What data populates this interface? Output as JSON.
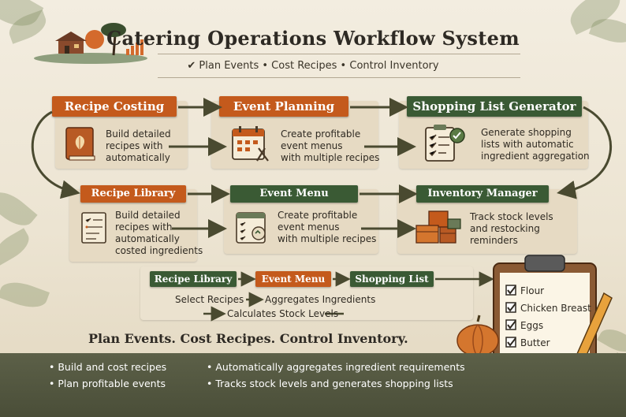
{
  "header": {
    "title": "Catering Operations Workflow System",
    "subtitle": "✔ Plan Events • Cost Recipes • Control Inventory"
  },
  "top_row": [
    {
      "title": "Recipe Costing",
      "color": "orange",
      "icon": "recipe-book-icon",
      "desc": [
        "Build detailed",
        "recipes with",
        "automatically"
      ]
    },
    {
      "title": "Event Planning",
      "color": "orange",
      "icon": "calendar-icon",
      "desc": [
        "Create profitable",
        "event menus",
        "with multiple recipes"
      ]
    },
    {
      "title": "Shopping List Generator",
      "color": "green",
      "icon": "checklist-icon",
      "desc": [
        "Generate shopping",
        "lists with automatic",
        "ingredient aggregation"
      ]
    }
  ],
  "middle_row": [
    {
      "title": "Recipe Library",
      "color": "orange",
      "icon": "recipe-sheet-icon",
      "desc": [
        "Build detailed",
        "recipes with",
        "automatically",
        "costed ingredients"
      ]
    },
    {
      "title": "Event Menu",
      "color": "green",
      "icon": "event-menu-icon",
      "desc": [
        "Create profitable",
        "event menus",
        "with multiple recipes"
      ]
    },
    {
      "title": "Inventory Manager",
      "color": "green",
      "icon": "boxes-icon",
      "desc": [
        "Track stock levels",
        "and restocking",
        "reminders"
      ]
    }
  ],
  "flow": {
    "steps": [
      "Recipe Library",
      "Event Menu",
      "Shopping List"
    ],
    "line1": [
      "Select Recipes",
      "Aggregates Ingredients"
    ],
    "line2": "Calculates Stock Levels"
  },
  "tagline": "Plan Events. Cost Recipes. Control Inventory.",
  "bullets_left": [
    "Build and cost recipes",
    "Plan profitable events"
  ],
  "bullets_right": [
    "Automatically aggregates ingredient requirements",
    "Tracks stock levels and generates shopping lists"
  ],
  "clipboard": {
    "items": [
      "Flour",
      "Chicken Breast",
      "Eggs",
      "Butter"
    ]
  },
  "colors": {
    "orange": "#c45a1c",
    "green": "#3a5a34",
    "parchment": "#e6dac3",
    "ink": "#2f2a22"
  }
}
